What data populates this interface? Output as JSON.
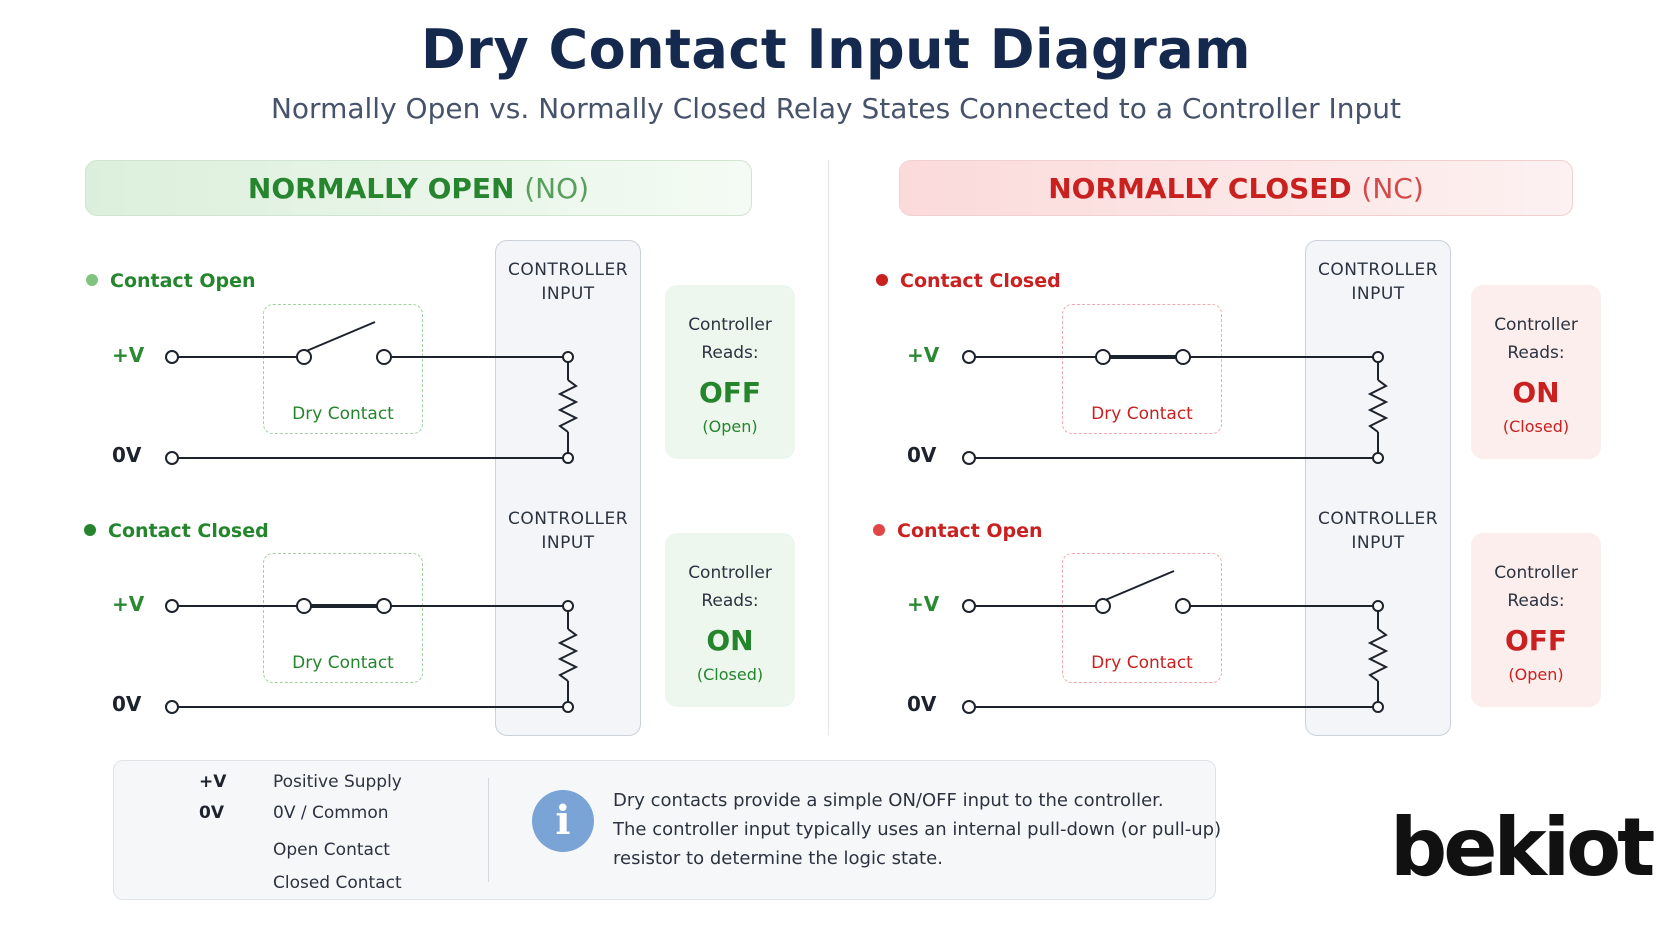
{
  "header": {
    "title": "Dry Contact Input Diagram",
    "subtitle": "Normally Open vs. Normally Closed Relay States Connected to a Controller Input"
  },
  "no_section": {
    "banner_main": "NORMALLY OPEN",
    "banner_paren": "(NO)",
    "panels": [
      {
        "status": "Contact Open",
        "switch_state": "open",
        "reads_line1": "Controller",
        "reads_line2": "Reads:",
        "value": "OFF",
        "state": "(Open)"
      },
      {
        "status": "Contact Closed",
        "switch_state": "closed",
        "reads_line1": "Controller",
        "reads_line2": "Reads:",
        "value": "ON",
        "state": "(Closed)"
      }
    ]
  },
  "nc_section": {
    "banner_main": "NORMALLY CLOSED",
    "banner_paren": "(NC)",
    "panels": [
      {
        "status": "Contact Closed",
        "switch_state": "closed",
        "reads_line1": "Controller",
        "reads_line2": "Reads:",
        "value": "ON",
        "state": "(Closed)"
      },
      {
        "status": "Contact Open",
        "switch_state": "open",
        "reads_line1": "Controller",
        "reads_line2": "Reads:",
        "value": "OFF",
        "state": "(Open)"
      }
    ]
  },
  "labels": {
    "controller_line1": "CONTROLLER",
    "controller_line2": "INPUT",
    "plus_v": "+V",
    "zero_v": "0V",
    "dry_contact": "Dry Contact"
  },
  "legend": {
    "items": [
      {
        "symbol": "+V",
        "text": "Positive Supply"
      },
      {
        "symbol": "0V",
        "text": "0V / Common"
      },
      {
        "symbol": "",
        "text": "Open Contact"
      },
      {
        "symbol": "",
        "text": "Closed Contact"
      }
    ]
  },
  "info": {
    "icon": "info-icon",
    "line1": "Dry contacts provide a simple ON/OFF input to the controller.",
    "line2": "The controller input typically uses an internal pull-down (or pull-up)",
    "line3": "resistor to determine the logic state."
  },
  "logo": {
    "text": "bekiot"
  },
  "colors": {
    "title": "#14294d",
    "no_green": "#24852d",
    "nc_red": "#c92020",
    "info_blue": "#7aa3d6",
    "wire": "#1d232c"
  }
}
